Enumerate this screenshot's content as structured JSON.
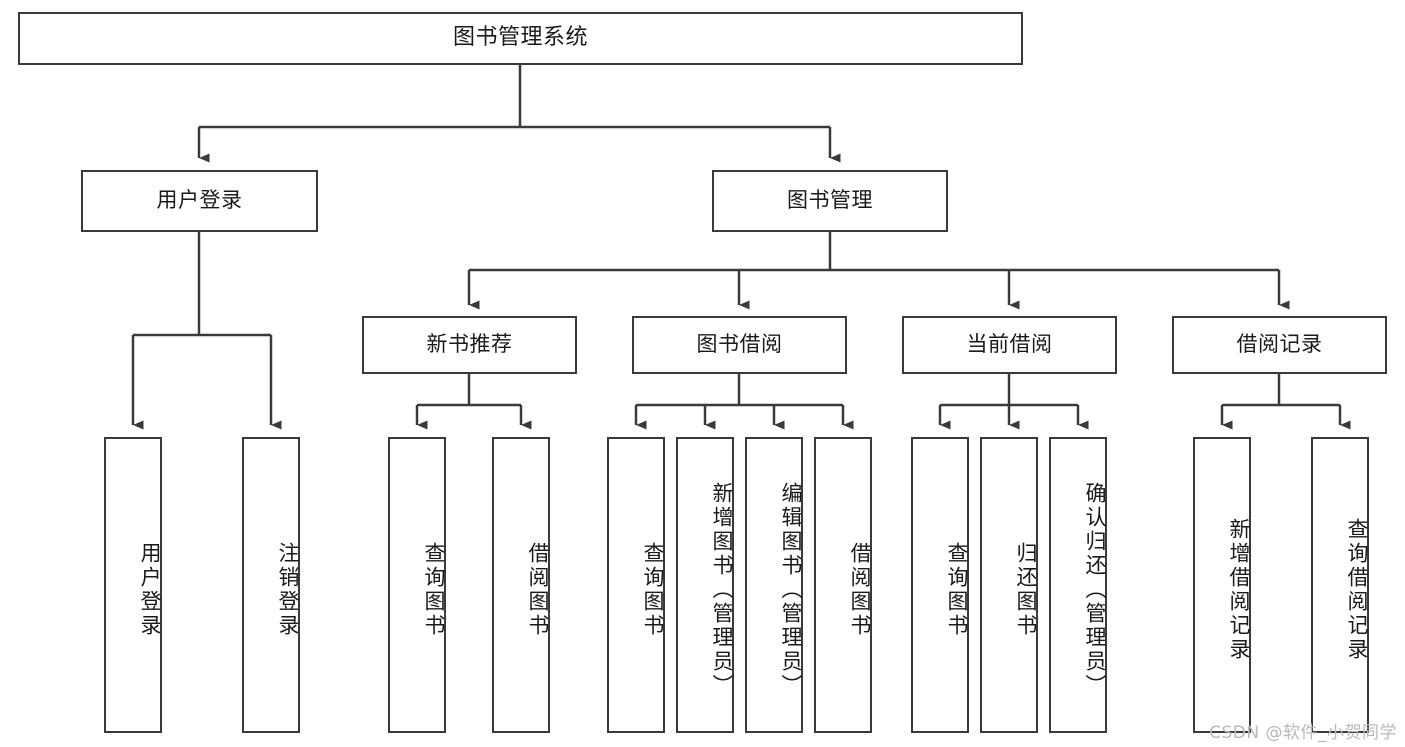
{
  "diagram": {
    "title": "图书管理系统",
    "type": "tree-hierarchy",
    "root": {
      "label": "图书管理系统"
    },
    "level2": [
      {
        "label": "用户登录"
      },
      {
        "label": "图书管理"
      }
    ],
    "level3": [
      {
        "label": "新书推荐"
      },
      {
        "label": "图书借阅"
      },
      {
        "label": "当前借阅"
      },
      {
        "label": "借阅记录"
      }
    ],
    "leaves": {
      "user_login": [
        {
          "label": "用户登录"
        },
        {
          "label": "注销登录"
        }
      ],
      "new_book_recommend": [
        {
          "label": "查询图书"
        },
        {
          "label": "借阅图书"
        }
      ],
      "book_borrow": [
        {
          "label": "查询图书"
        },
        {
          "label": "新增图书（管理员）"
        },
        {
          "label": "编辑图书（管理员）"
        },
        {
          "label": "借阅图书"
        }
      ],
      "current_borrow": [
        {
          "label": "查询图书"
        },
        {
          "label": "归还图书"
        },
        {
          "label": "确认归还（管理员）"
        }
      ],
      "borrow_record": [
        {
          "label": "新增借阅记录"
        },
        {
          "label": "查询借阅记录"
        }
      ]
    }
  },
  "watermark": {
    "text": "CSDN @软件_小贺同学"
  },
  "colors": {
    "border": "#3a3a3a",
    "edge": "#3a3a3a",
    "background": "#ffffff",
    "text": "#1a1a1a",
    "watermark": "#b9b9b9"
  }
}
